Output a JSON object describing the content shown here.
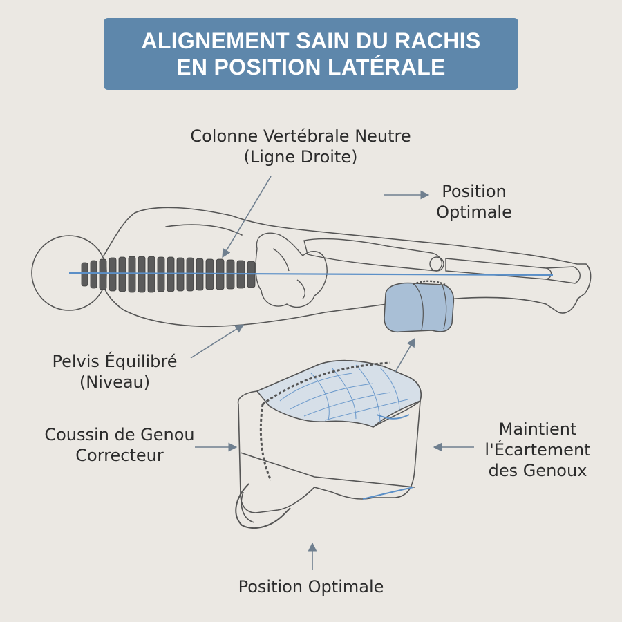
{
  "title": {
    "line1": "ALIGNEMENT SAIN DU RACHIS",
    "line2": "EN POSITION LATÉRALE"
  },
  "labels": {
    "spine": {
      "line1": "Colonne Vertébrale Neutre",
      "line2": "(Ligne Droite)"
    },
    "position_top": {
      "line1": "Position",
      "line2": "Optimale"
    },
    "pelvis": {
      "line1": "Pelvis Équilibré",
      "line2": "(Niveau)"
    },
    "cushion": {
      "line1": "Coussin de Genou",
      "line2": "Correcteur"
    },
    "knees": {
      "line1": "Maintient",
      "line2": "l'Écartement",
      "line3": "des Genoux"
    },
    "position_bottom": "Position Optimale"
  },
  "colors": {
    "background": "#ebe8e3",
    "title_band": "#5e87ab",
    "line_art": "#555555",
    "spine_line": "#5b8fc7",
    "cushion_fill": "#a9bfd6",
    "arrow": "#6f7f8f"
  }
}
